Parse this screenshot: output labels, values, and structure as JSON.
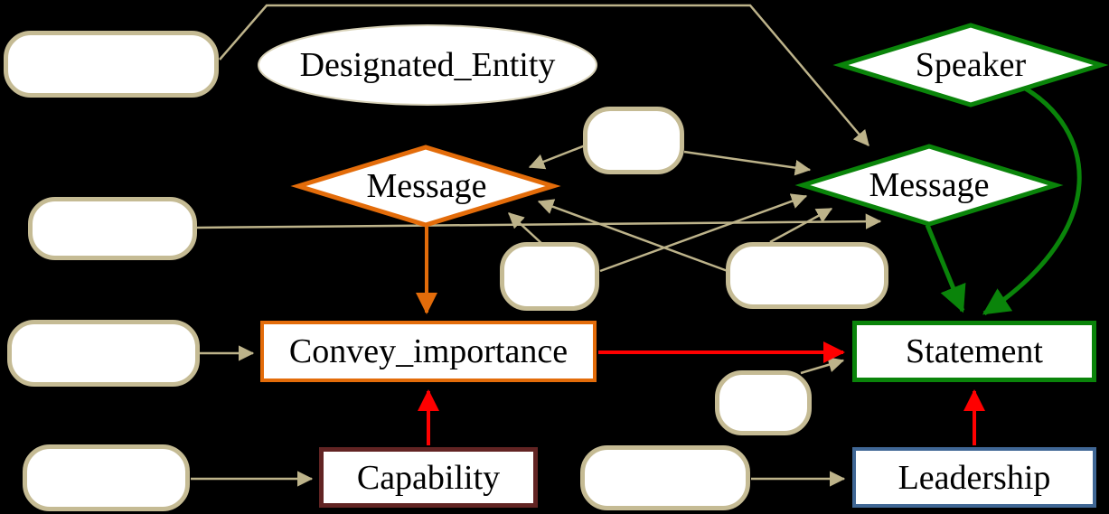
{
  "diagram": {
    "kind": "frame-relation-graph",
    "background": "#000000",
    "nodes": {
      "designated_entity": {
        "label": "Designated_Entity",
        "shape": "ellipse",
        "border": "#D8D2B8"
      },
      "speaker": {
        "label": "Speaker",
        "shape": "diamond",
        "border": "#0A840A"
      },
      "message_orange": {
        "label": "Message",
        "shape": "diamond",
        "border": "#E36C0A"
      },
      "message_green": {
        "label": "Message",
        "shape": "diamond",
        "border": "#0A840A"
      },
      "convey_importance": {
        "label": "Convey_importance",
        "shape": "rect",
        "border": "#E36C0A"
      },
      "statement": {
        "label": "Statement",
        "shape": "rect",
        "border": "#0A840A"
      },
      "capability": {
        "label": "Capability",
        "shape": "rect",
        "border": "#622423"
      },
      "leadership": {
        "label": "Leadership",
        "shape": "rect",
        "border": "#406795"
      }
    },
    "placeholder_pill_count": 9,
    "colors": {
      "pill_border": "#C5BB94",
      "edge_tan": "#BDB38A",
      "edge_orange": "#E36C0A",
      "edge_red": "#FF0000",
      "edge_green": "#0A840A",
      "node_fill": "#FFFFFF",
      "text": "#000000"
    },
    "edges": [
      {
        "from": "pill-top-left",
        "to": "message_green",
        "color": "tan",
        "note": "routed over top edge"
      },
      {
        "from": "pill-top-small",
        "to": "message_orange",
        "color": "tan"
      },
      {
        "from": "pill-top-small",
        "to": "message_green",
        "color": "tan"
      },
      {
        "from": "pill-left-2",
        "to": "message_green",
        "color": "tan"
      },
      {
        "from": "pill-mid-left",
        "to": "message_orange",
        "color": "tan"
      },
      {
        "from": "pill-mid-left",
        "to": "message_green",
        "color": "tan"
      },
      {
        "from": "pill-mid-right",
        "to": "message_orange",
        "color": "tan"
      },
      {
        "from": "pill-mid-right",
        "to": "message_green",
        "color": "tan"
      },
      {
        "from": "pill-left-3",
        "to": "convey_importance",
        "color": "tan"
      },
      {
        "from": "pill-left-4",
        "to": "capability",
        "color": "tan"
      },
      {
        "from": "pill-bottom-middle",
        "to": "leadership",
        "color": "tan"
      },
      {
        "from": "pill-above-leadership",
        "to": "statement",
        "color": "tan"
      },
      {
        "from": "message_orange",
        "to": "convey_importance",
        "color": "orange"
      },
      {
        "from": "convey_importance",
        "to": "statement",
        "color": "red"
      },
      {
        "from": "capability",
        "to": "convey_importance",
        "color": "red"
      },
      {
        "from": "leadership",
        "to": "statement",
        "color": "red"
      },
      {
        "from": "message_green",
        "to": "statement",
        "color": "green"
      },
      {
        "from": "speaker",
        "to": "statement",
        "color": "green"
      }
    ]
  }
}
